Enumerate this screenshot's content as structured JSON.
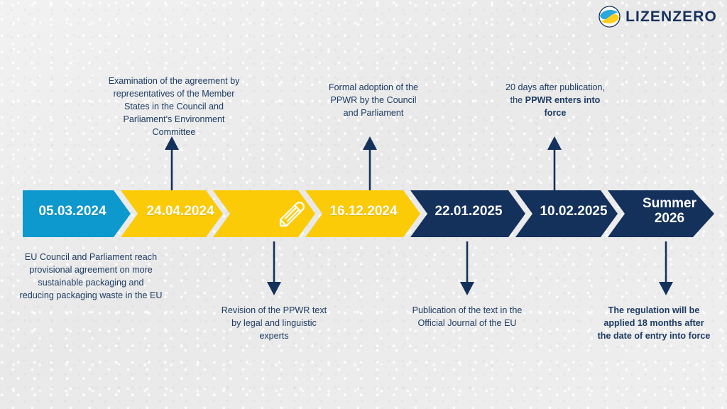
{
  "brand": {
    "name": "LIZENZERO",
    "logo_icon": "lizenzero-circle-logo",
    "color_blue": "#29a8df",
    "color_yellow": "#fbcf1b"
  },
  "theme": {
    "cyan": "#0d99ce",
    "yellow": "#fbcb08",
    "navy": "#14315c",
    "text_navy": "#1d3b63",
    "background": "#eeeeee"
  },
  "timeline": {
    "segments": [
      {
        "label": "05.03.2024",
        "color_key": "cyan",
        "icon": null
      },
      {
        "label": "24.04.2024",
        "color_key": "yellow",
        "icon": null
      },
      {
        "label": "",
        "color_key": "yellow",
        "icon": "pencil-icon"
      },
      {
        "label": "16.12.2024",
        "color_key": "yellow",
        "icon": null
      },
      {
        "label": "22.01.2025",
        "color_key": "navy",
        "icon": null
      },
      {
        "label": "10.02.2025",
        "color_key": "navy",
        "icon": null
      },
      {
        "label": "Summer\n2026",
        "color_key": "navy",
        "icon": null
      }
    ]
  },
  "captions": {
    "above": [
      {
        "id": "examination-caption",
        "segment": 1,
        "lines": [
          {
            "text": "Examination of the agreement by",
            "bold": false
          },
          {
            "text": "representatives of the Member",
            "bold": false
          },
          {
            "text": "States in the Council and",
            "bold": false
          },
          {
            "text": "Parliament's Environment",
            "bold": false
          },
          {
            "text": "Committee",
            "bold": false
          }
        ]
      },
      {
        "id": "formal-adoption-caption",
        "segment": 3,
        "lines": [
          {
            "text": "Formal adoption of the",
            "bold": false
          },
          {
            "text": "PPWR by the Council",
            "bold": false
          },
          {
            "text": "and Parliament",
            "bold": false
          }
        ]
      },
      {
        "id": "entry-into-force-caption",
        "segment": 5,
        "lines": [
          {
            "text": "20 days after publication,",
            "bold": false
          },
          {
            "text": "the ",
            "bold": false,
            "bold_tail": "PPWR enters into"
          },
          {
            "text": "force",
            "bold": true
          }
        ]
      }
    ],
    "below": [
      {
        "id": "provisional-agreement-caption",
        "segment": 0,
        "lines": [
          {
            "text": "EU Council and Parliament reach",
            "bold": false
          },
          {
            "text": "provisional agreement on more",
            "bold": false
          },
          {
            "text": "sustainable packaging and",
            "bold": false
          },
          {
            "text": "reducing packaging waste in the EU",
            "bold": false
          }
        ]
      },
      {
        "id": "revision-caption",
        "segment": 2,
        "lines": [
          {
            "text": "Revision of the PPWR text",
            "bold": false
          },
          {
            "text": "by legal and linguistic",
            "bold": false
          },
          {
            "text": "experts",
            "bold": false
          }
        ]
      },
      {
        "id": "publication-caption",
        "segment": 4,
        "lines": [
          {
            "text": "Publication of the text in the",
            "bold": false
          },
          {
            "text": "Official Journal of the EU",
            "bold": false
          }
        ]
      },
      {
        "id": "application-caption",
        "segment": 6,
        "lines": [
          {
            "text": "The regulation will be",
            "bold": true
          },
          {
            "text": "applied 18 months after",
            "bold": true
          },
          {
            "text": "the date of entry into force",
            "bold": true
          }
        ]
      }
    ]
  },
  "text": {
    "cap_examination_l1": "Examination of the agreement by",
    "cap_examination_l2": "representatives of the Member",
    "cap_examination_l3": "States in the Council and",
    "cap_examination_l4": "Parliament's Environment",
    "cap_examination_l5": "Committee",
    "cap_formal_l1": "Formal adoption of the",
    "cap_formal_l2": "PPWR by the Council",
    "cap_formal_l3": "and Parliament",
    "cap_force_l1": "20 days after publication,",
    "cap_force_l2_plain": "the ",
    "cap_force_l2_bold": "PPWR enters into",
    "cap_force_l3_bold": "force",
    "cap_provisional_l1": "EU Council and Parliament reach",
    "cap_provisional_l2": "provisional agreement on more",
    "cap_provisional_l3": "sustainable packaging and",
    "cap_provisional_l4": "reducing packaging waste in the EU",
    "cap_revision_l1": "Revision of the PPWR text",
    "cap_revision_l2": "by legal and linguistic",
    "cap_revision_l3": "experts",
    "cap_publication_l1": "Publication of the text in the",
    "cap_publication_l2": "Official Journal of the EU",
    "cap_application_l1": "The regulation will be",
    "cap_application_l2": "applied 18 months after",
    "cap_application_l3": "the date of entry into force",
    "seg0": "05.03.2024",
    "seg1": "24.04.2024",
    "seg3": "16.12.2024",
    "seg4": "22.01.2025",
    "seg5": "10.02.2025",
    "seg6_l1": "Summer",
    "seg6_l2": "2026",
    "brand_name": "LIZENZERO"
  }
}
